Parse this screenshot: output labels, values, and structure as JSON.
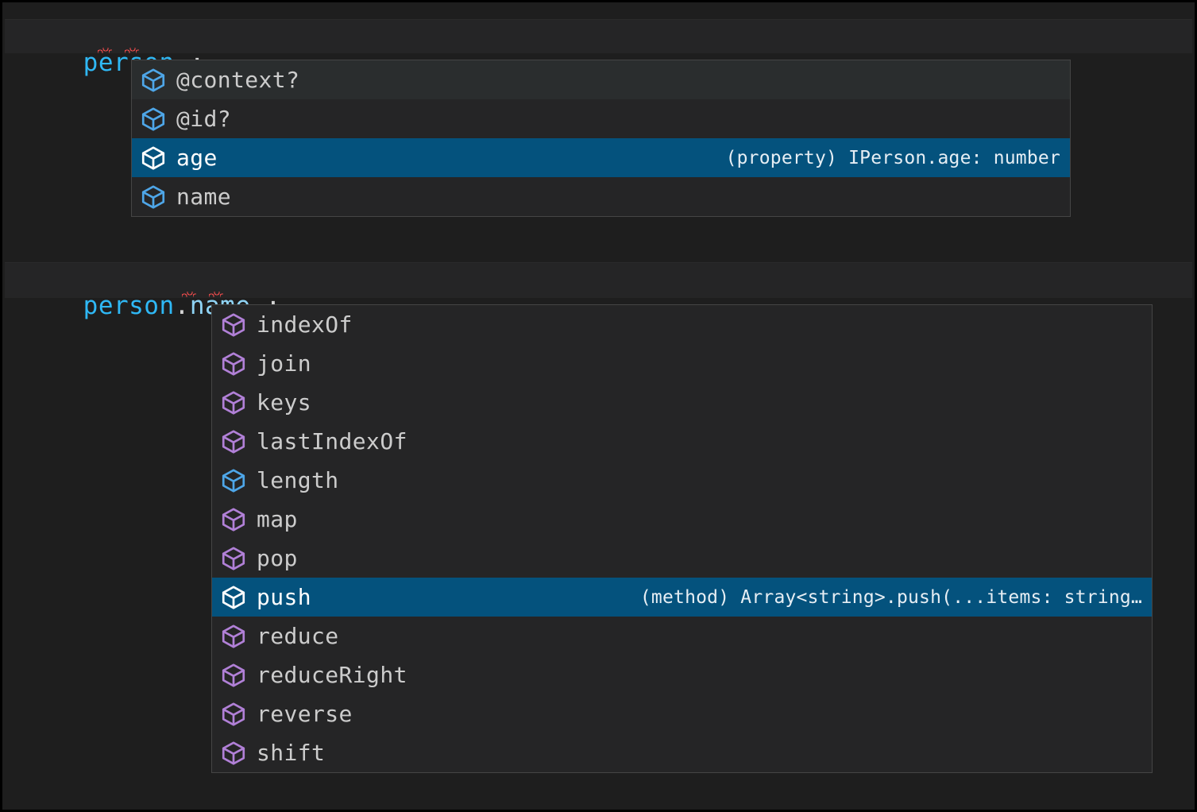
{
  "editor": {
    "theme_background": "#1e1e1e",
    "selection_color": "#04527d",
    "error_squiggle_color": "#f14c4c",
    "lines": [
      {
        "id": "line-1",
        "segments": [
          {
            "text": "person",
            "kind": "variable"
          },
          {
            "text": ".",
            "kind": "punctuation"
          },
          {
            "text": ";",
            "kind": "punctuation"
          }
        ],
        "plain": "person.;"
      },
      {
        "id": "line-2",
        "segments": [
          {
            "text": "person",
            "kind": "variable"
          },
          {
            "text": ".",
            "kind": "punctuation"
          },
          {
            "text": "name",
            "kind": "property"
          },
          {
            "text": ".",
            "kind": "punctuation"
          },
          {
            "text": ";",
            "kind": "punctuation"
          }
        ],
        "plain": "person.name.;"
      }
    ]
  },
  "suggest_popup_1": {
    "name": "person-member-suggestions",
    "items": [
      {
        "label": "@context?",
        "icon": "property-cube-icon",
        "icon_color": "#4ea6e8",
        "selected": false,
        "hovered": true,
        "detail": ""
      },
      {
        "label": "@id?",
        "icon": "property-cube-icon",
        "icon_color": "#4ea6e8",
        "selected": false,
        "hovered": false,
        "detail": ""
      },
      {
        "label": "age",
        "icon": "property-cube-icon",
        "icon_color": "#ffffff",
        "selected": true,
        "hovered": false,
        "detail": "(property) IPerson.age: number"
      },
      {
        "label": "name",
        "icon": "property-cube-icon",
        "icon_color": "#4ea6e8",
        "selected": false,
        "hovered": false,
        "detail": ""
      }
    ]
  },
  "suggest_popup_2": {
    "name": "person-name-array-suggestions",
    "items": [
      {
        "label": "indexOf",
        "icon": "method-cube-icon",
        "icon_color": "#b180d7",
        "selected": false,
        "detail": ""
      },
      {
        "label": "join",
        "icon": "method-cube-icon",
        "icon_color": "#b180d7",
        "selected": false,
        "detail": ""
      },
      {
        "label": "keys",
        "icon": "method-cube-icon",
        "icon_color": "#b180d7",
        "selected": false,
        "detail": ""
      },
      {
        "label": "lastIndexOf",
        "icon": "method-cube-icon",
        "icon_color": "#b180d7",
        "selected": false,
        "detail": ""
      },
      {
        "label": "length",
        "icon": "property-cube-icon",
        "icon_color": "#4ea6e8",
        "selected": false,
        "detail": ""
      },
      {
        "label": "map",
        "icon": "method-cube-icon",
        "icon_color": "#b180d7",
        "selected": false,
        "detail": ""
      },
      {
        "label": "pop",
        "icon": "method-cube-icon",
        "icon_color": "#b180d7",
        "selected": false,
        "detail": ""
      },
      {
        "label": "push",
        "icon": "method-cube-icon",
        "icon_color": "#ffffff",
        "selected": true,
        "detail": "(method) Array<string>.push(...items: string…"
      },
      {
        "label": "reduce",
        "icon": "method-cube-icon",
        "icon_color": "#b180d7",
        "selected": false,
        "detail": ""
      },
      {
        "label": "reduceRight",
        "icon": "method-cube-icon",
        "icon_color": "#b180d7",
        "selected": false,
        "detail": ""
      },
      {
        "label": "reverse",
        "icon": "method-cube-icon",
        "icon_color": "#b180d7",
        "selected": false,
        "detail": ""
      },
      {
        "label": "shift",
        "icon": "method-cube-icon",
        "icon_color": "#b180d7",
        "selected": false,
        "detail": ""
      }
    ]
  }
}
